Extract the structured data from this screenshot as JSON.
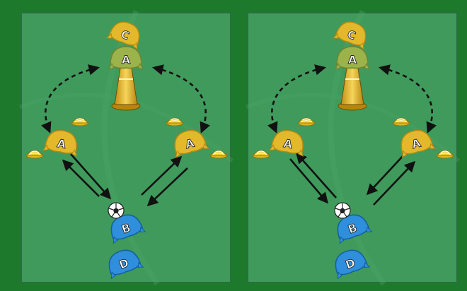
{
  "colors": {
    "frame": "#1d7a2c",
    "pitch": "#3f9a5c",
    "pitch_border": "#2a6e3f",
    "player_yellow": "#e4b82b",
    "player_yellow_dark": "#b48a12",
    "player_olive": "#9bb34a",
    "player_blue": "#2f8fdc",
    "cone_orange": "#e2b52a",
    "marker_yellow": "#f4d52f",
    "arrow": "#111111"
  },
  "panels": [
    {
      "label": "left-drill",
      "players": [
        {
          "letter": "C",
          "color": "yellow"
        },
        {
          "letter": "A",
          "color": "olive"
        },
        {
          "letter": "A",
          "color": "yellow"
        },
        {
          "letter": "A",
          "color": "yellow"
        },
        {
          "letter": "B",
          "color": "blue"
        },
        {
          "letter": "D",
          "color": "blue"
        }
      ],
      "ball": true,
      "cone": true
    },
    {
      "label": "right-drill",
      "players": [
        {
          "letter": "C",
          "color": "yellow"
        },
        {
          "letter": "A",
          "color": "olive"
        },
        {
          "letter": "A",
          "color": "yellow"
        },
        {
          "letter": "A",
          "color": "yellow"
        },
        {
          "letter": "B",
          "color": "blue"
        },
        {
          "letter": "D",
          "color": "blue"
        }
      ],
      "ball": true,
      "cone": true
    }
  ]
}
